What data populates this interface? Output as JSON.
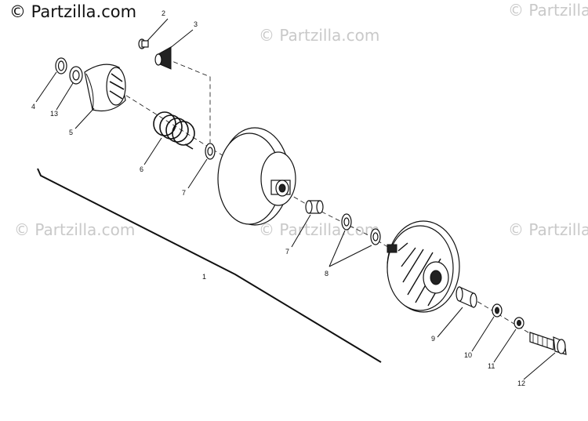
{
  "watermark": {
    "primary": "© Partzilla.com",
    "faint": "© Partzilla.com"
  },
  "callouts": {
    "c1": "1",
    "c2": "2",
    "c3": "3",
    "c4": "4",
    "c5": "5",
    "c6": "6",
    "c7a": "7",
    "c7b": "7",
    "c8": "8",
    "c9": "9",
    "c10": "10",
    "c11": "11",
    "c12": "12",
    "c13": "13"
  }
}
